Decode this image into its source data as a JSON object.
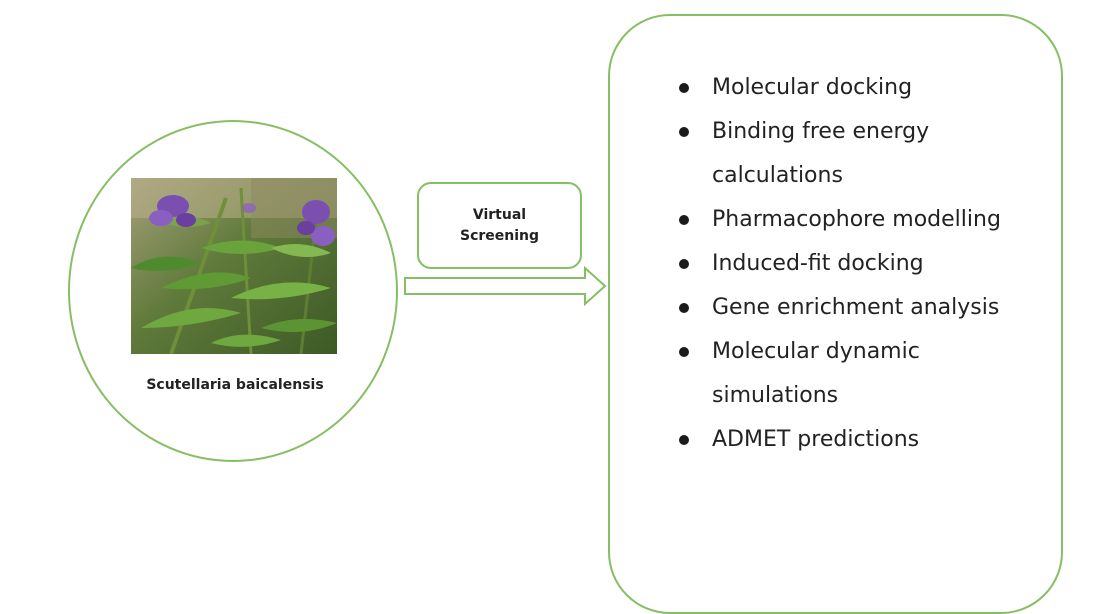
{
  "plant": {
    "caption": "Scutellaria baicalensis"
  },
  "virtual_screening": {
    "line1": "Virtual",
    "line2": "Screening"
  },
  "methods": [
    "Molecular docking",
    "Binding free energy calculations",
    "Pharmacophore modelling",
    "Induced-fit docking",
    "Gene enrichment analysis",
    "Molecular dynamic simulations",
    "ADMET predictions"
  ],
  "colors": {
    "outline": "#86bf63",
    "text": "#222222",
    "flower": "#7a4fb0",
    "leaf": "#4f8a2f"
  }
}
